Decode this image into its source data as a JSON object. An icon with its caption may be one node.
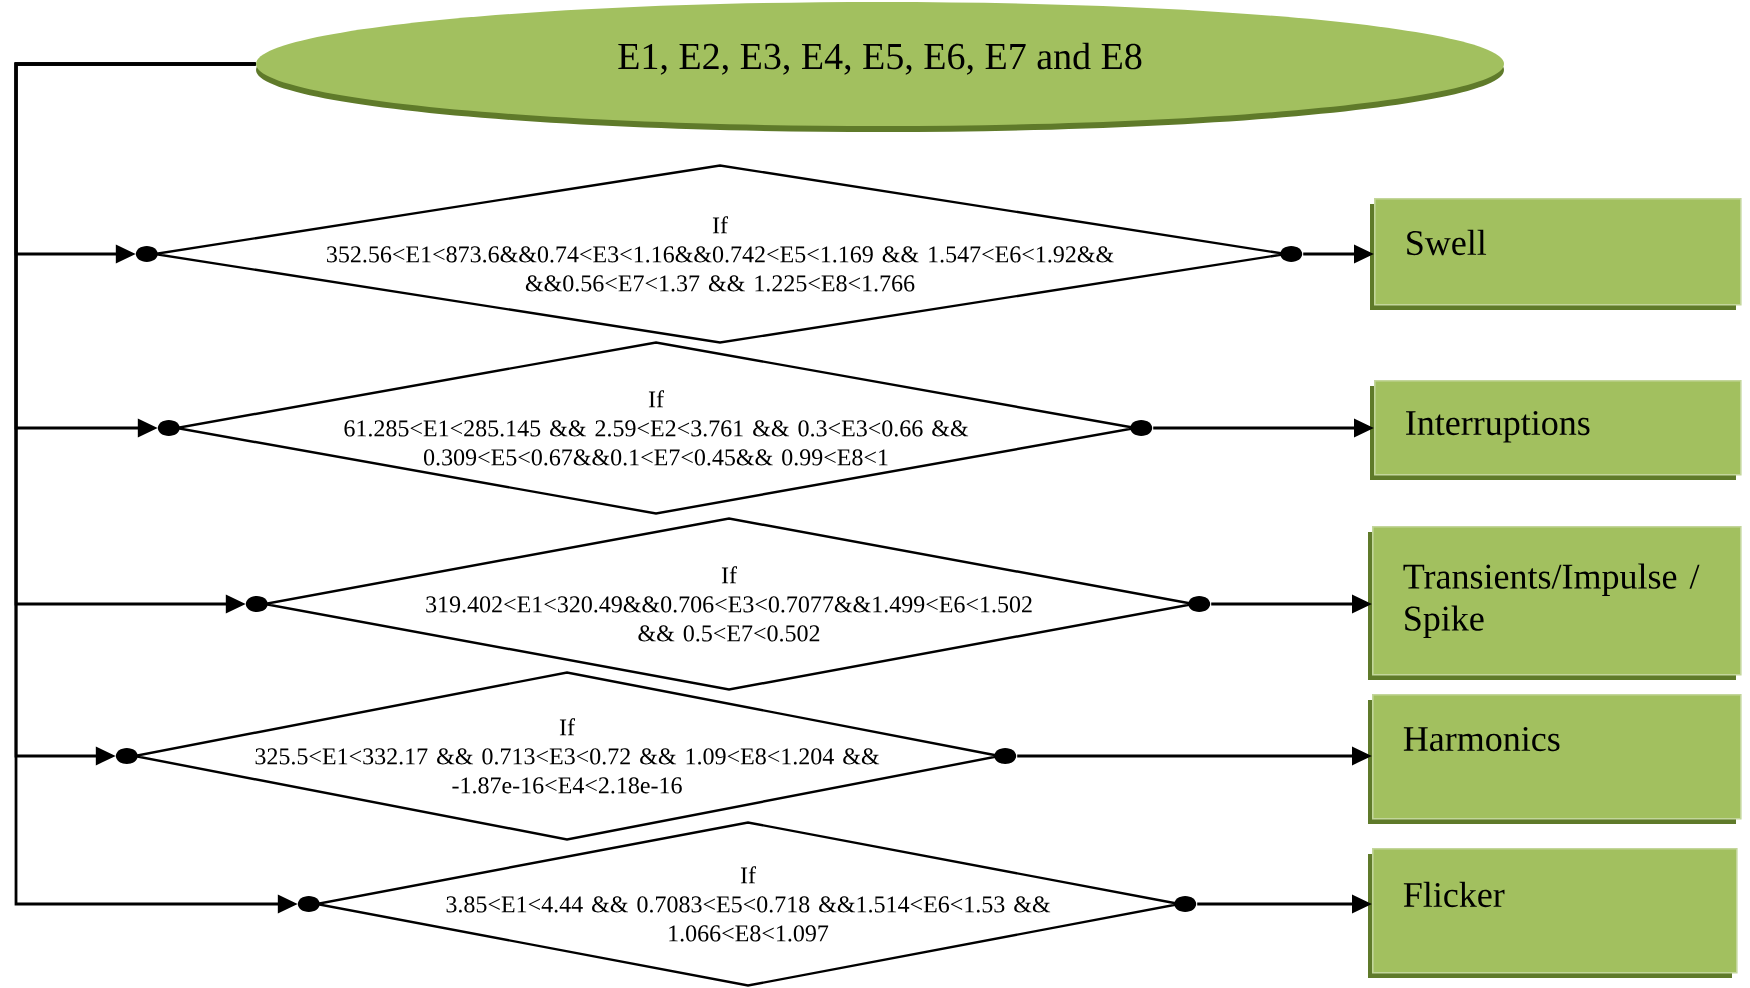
{
  "diagram": {
    "nodes": [
      {
        "text": [
          "E1, E2, E3, E4, E5, E6, E7 and E8"
        ]
      },
      {
        "text": [
          "If",
          "352.56<E1<873.6&&0.74<E3<1.16&&0.742<E5<1.169 && 1.547<E6<1.92&& &&0.56<E7<1.37 && 1.225<E8<1.766"
        ]
      },
      {
        "text": [
          "Swell"
        ]
      },
      {
        "text": [
          "If",
          "61.285<E1<285.145 && 2.59<E2<3.761 && 0.3<E3<0.66 && 0.309<E5<0.67&&0.1<E7<0.45&& 0.99<E8<1"
        ]
      },
      {
        "text": [
          "Interruptions"
        ]
      },
      {
        "text": [
          "If",
          "319.402<E1<320.49&&0.706<E3<0.7077&&1.499<E6<1.502 && 0.5<E7<0.502"
        ]
      },
      {
        "text": [
          "Transients/Impulse / Spike"
        ]
      },
      {
        "text": [
          "If",
          "325.5<E1<332.17 && 0.713<E3<0.72 && 1.09<E8<1.204 && -1.87e-16<E4<2.18e-16"
        ]
      },
      {
        "text": [
          "Harmonics"
        ]
      },
      {
        "text": [
          "If",
          "3.85<E1<4.44 && 0.7083<E5<0.718 &&1.514<E6<1.53 && 1.066<E8<1.097"
        ]
      },
      {
        "text": [
          "Flicker"
        ]
      }
    ],
    "edges": [
      {
        "from": 0,
        "to": 1,
        "arrow": "to"
      },
      {
        "from": 1,
        "to": 2,
        "arrow": "to"
      },
      {
        "from": 0,
        "to": 3,
        "arrow": "to"
      },
      {
        "from": 3,
        "to": 4,
        "arrow": "to"
      },
      {
        "from": 0,
        "to": 5,
        "arrow": "to"
      },
      {
        "from": 5,
        "to": 6,
        "arrow": "to"
      },
      {
        "from": 0,
        "to": 7,
        "arrow": "to"
      },
      {
        "from": 7,
        "to": 8,
        "arrow": "to"
      },
      {
        "from": 0,
        "to": 9,
        "arrow": "to"
      },
      {
        "from": 9,
        "to": 10,
        "arrow": "to"
      }
    ]
  }
}
